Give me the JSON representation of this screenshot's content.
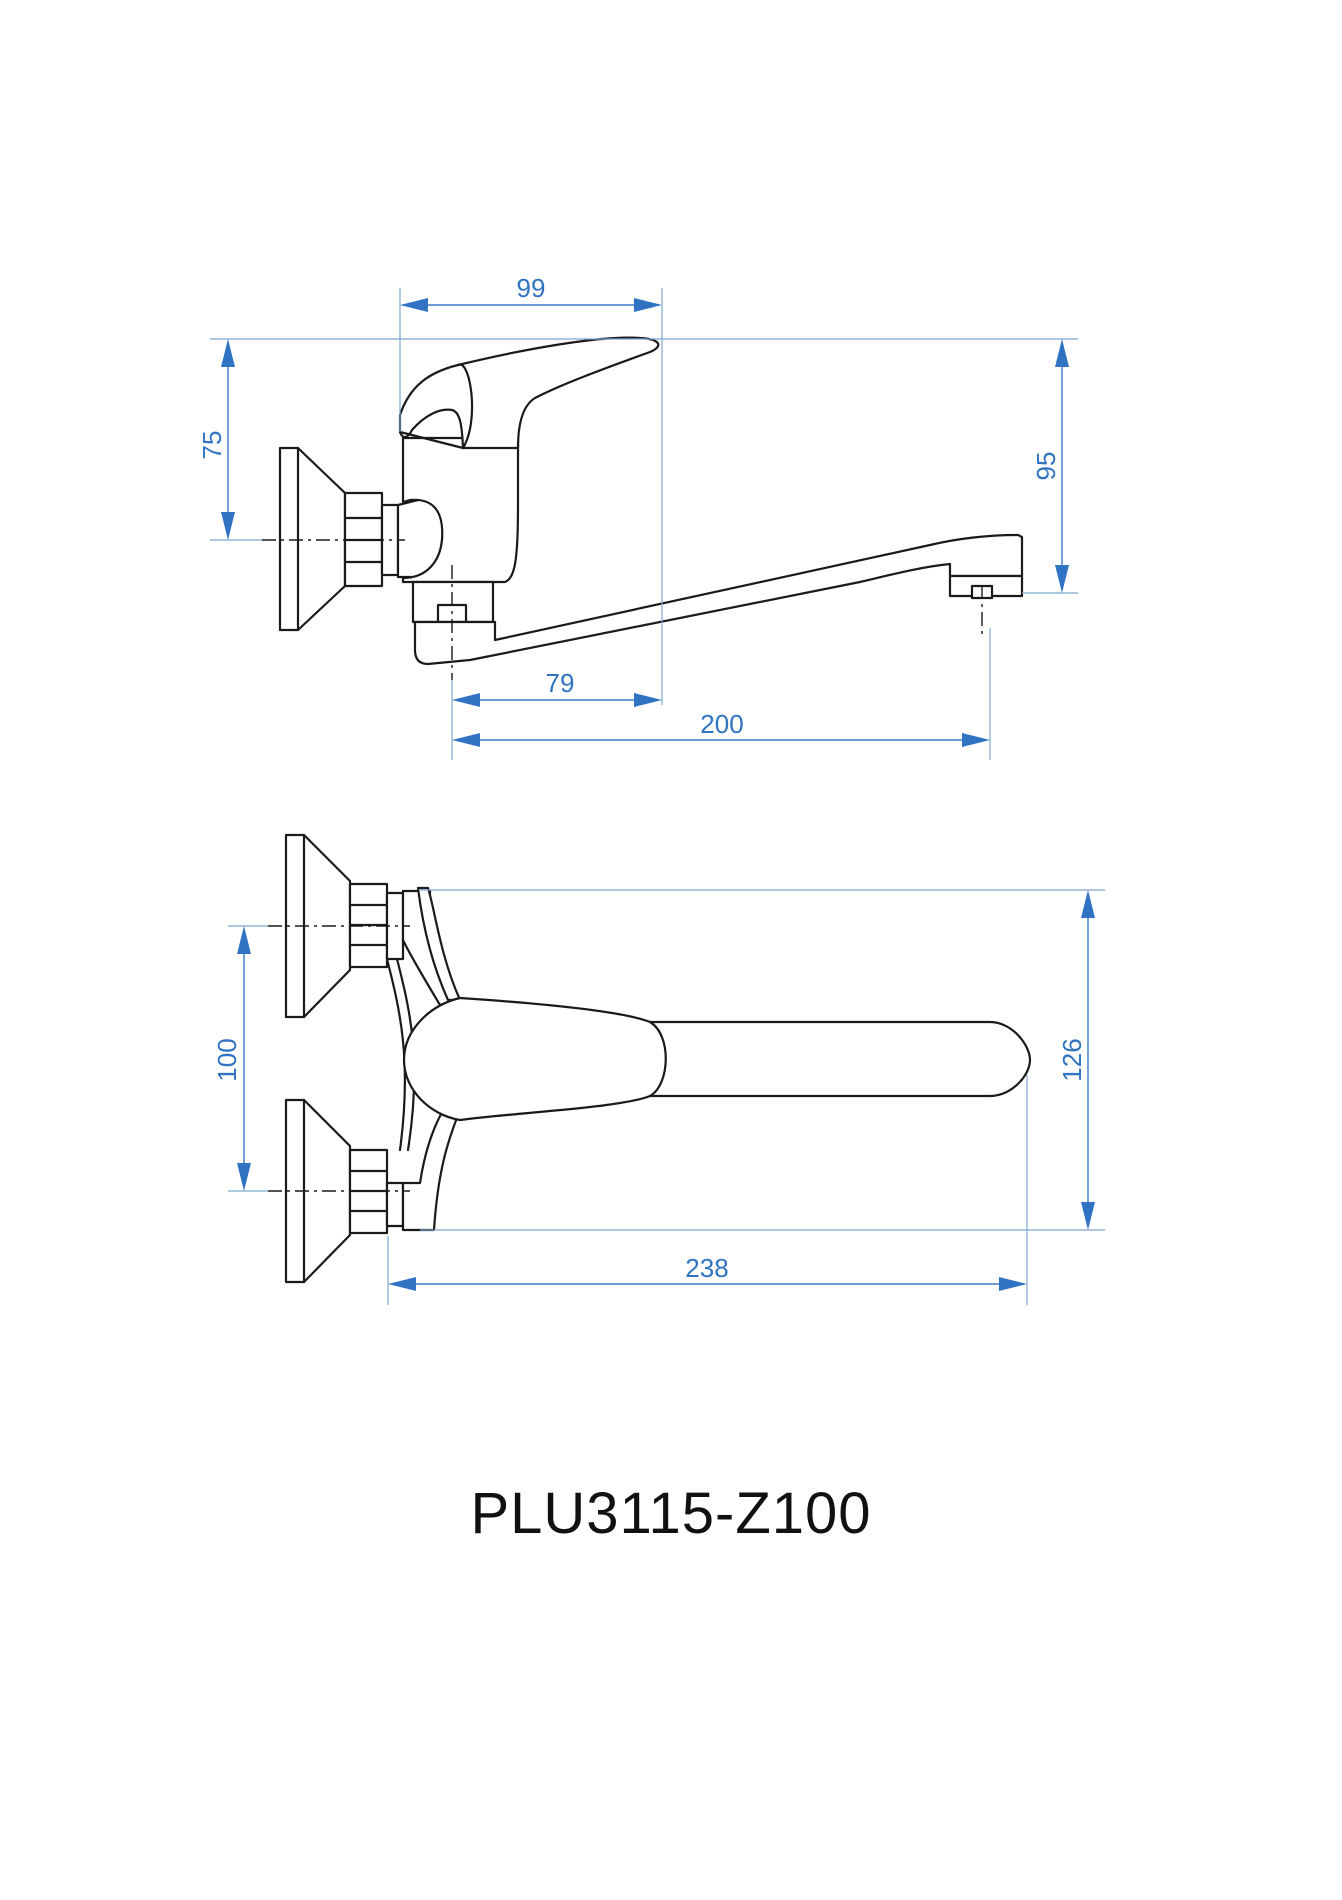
{
  "model": "PLU3115-Z100",
  "colors": {
    "dimension": "#2f73c2",
    "outline": "#1a1a1a",
    "extension": "#7fa6cf"
  },
  "dimensions": {
    "handle_reach": "99",
    "height_to_centre": "75",
    "overall_height": "95",
    "body_to_handle": "79",
    "spout_reach": "200",
    "centre_distance": "100",
    "overall_width": "126",
    "overall_depth": "238"
  }
}
